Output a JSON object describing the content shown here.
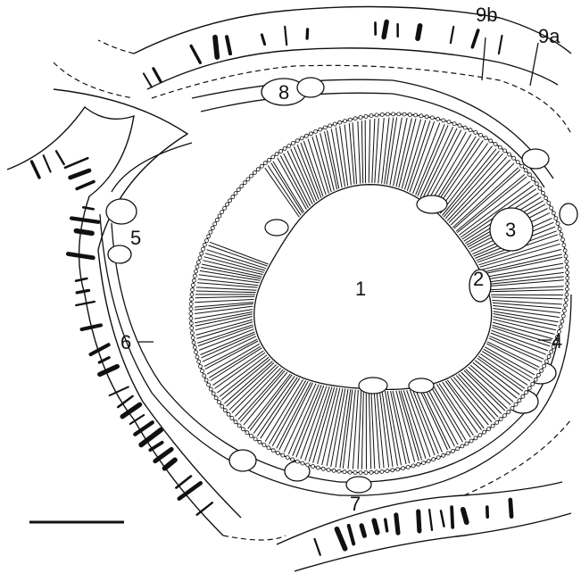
{
  "figure": {
    "labels": {
      "lumen": "1",
      "cavity_2": "2",
      "cavity_3": "3",
      "layer_4": "4",
      "region_5": "5",
      "layer_6": "6",
      "region_7": "7",
      "vesicle_8": "8",
      "layer_9a": "9a",
      "layer_9b": "9b"
    },
    "scale_bar": {
      "label": ""
    },
    "colors": {
      "ink": "#111111",
      "paper": "#ffffff"
    }
  }
}
